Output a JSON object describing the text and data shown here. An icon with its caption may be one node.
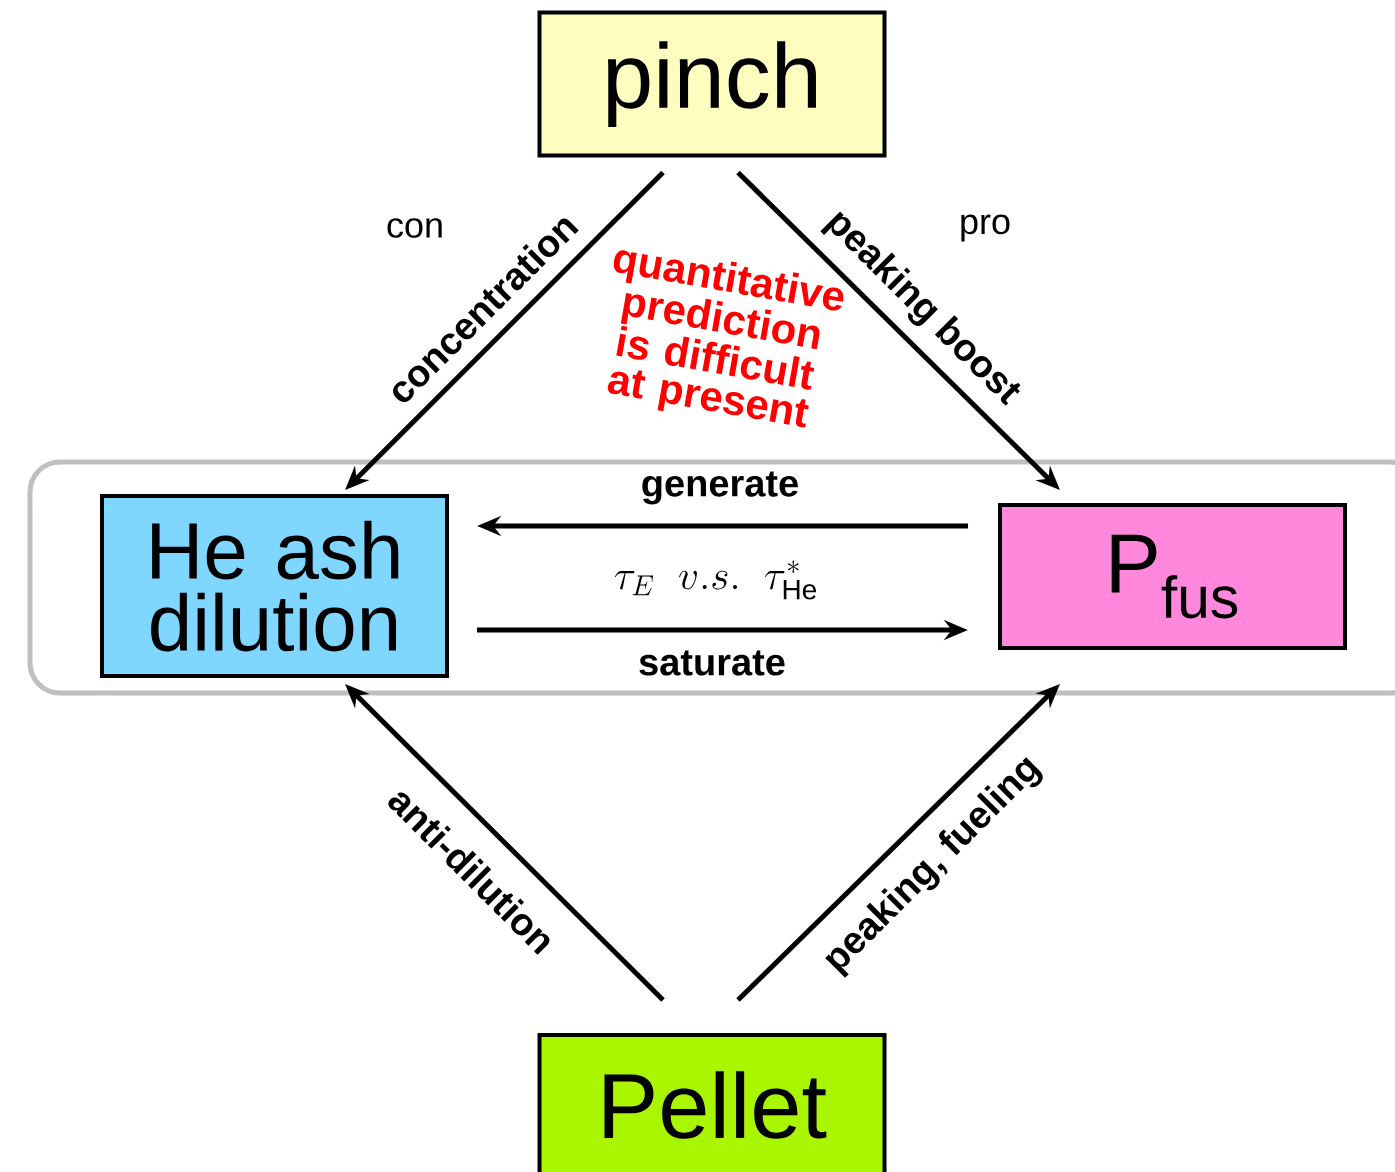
{
  "diagram": {
    "nodes": [
      {
        "text": [
          "pinch"
        ]
      },
      {
        "text": [],
        "shape": "box"
      },
      {
        "text": [
          "He ash dilution"
        ],
        "in": 1
      },
      {
        "text": [
          "P$_{fus}$"
        ],
        "in": 1
      },
      {
        "text": [
          "Pellet"
        ]
      }
    ],
    "edges": [
      {
        "from": 0,
        "to": 2,
        "arrow": "to",
        "label": "concentration"
      },
      {
        "from": 0,
        "to": 3,
        "arrow": "to",
        "label": "peaking boost"
      },
      {
        "from": 3,
        "to": 2,
        "arrow": "to",
        "label": "generate"
      },
      {
        "from": 2,
        "to": 3,
        "arrow": "to",
        "label": "saturate"
      },
      {
        "from": 4,
        "to": 2,
        "arrow": "to",
        "label": "anti-dilution"
      },
      {
        "from": 4,
        "to": 3,
        "arrow": "to",
        "label": "peaking, fueling"
      }
    ],
    "labels": [
      "con",
      "pro",
      "quantitative prediction is difficult at present",
      "\\tau_E \\;\\; v.s. \\;\\; \\tau^{*}_{\\mathrm{He}}"
    ]
  }
}
